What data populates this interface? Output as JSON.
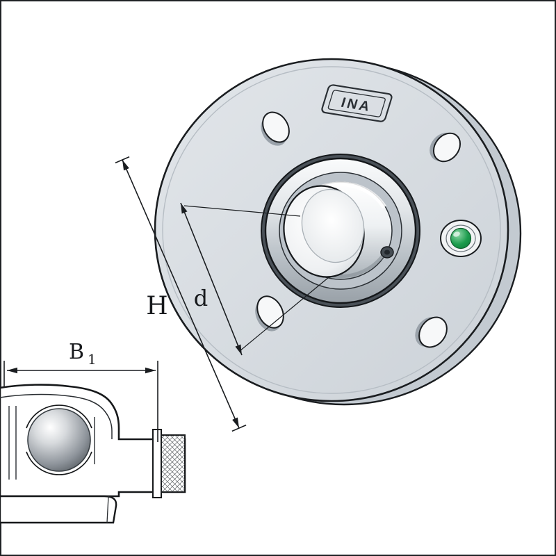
{
  "drawing": {
    "brand": "INA",
    "dimensions": {
      "h": "H",
      "d": "d",
      "b": "B",
      "b_sub": "1"
    },
    "colors": {
      "background": "#ffffff",
      "line": "#1a1d20",
      "flange_fill": "#d9dee3",
      "flange_side": "#c3cad1",
      "metal_light": "#f4f6f7",
      "metal_dark": "#9aa2a9",
      "grease_plug_green": "#1d9d4e"
    }
  }
}
